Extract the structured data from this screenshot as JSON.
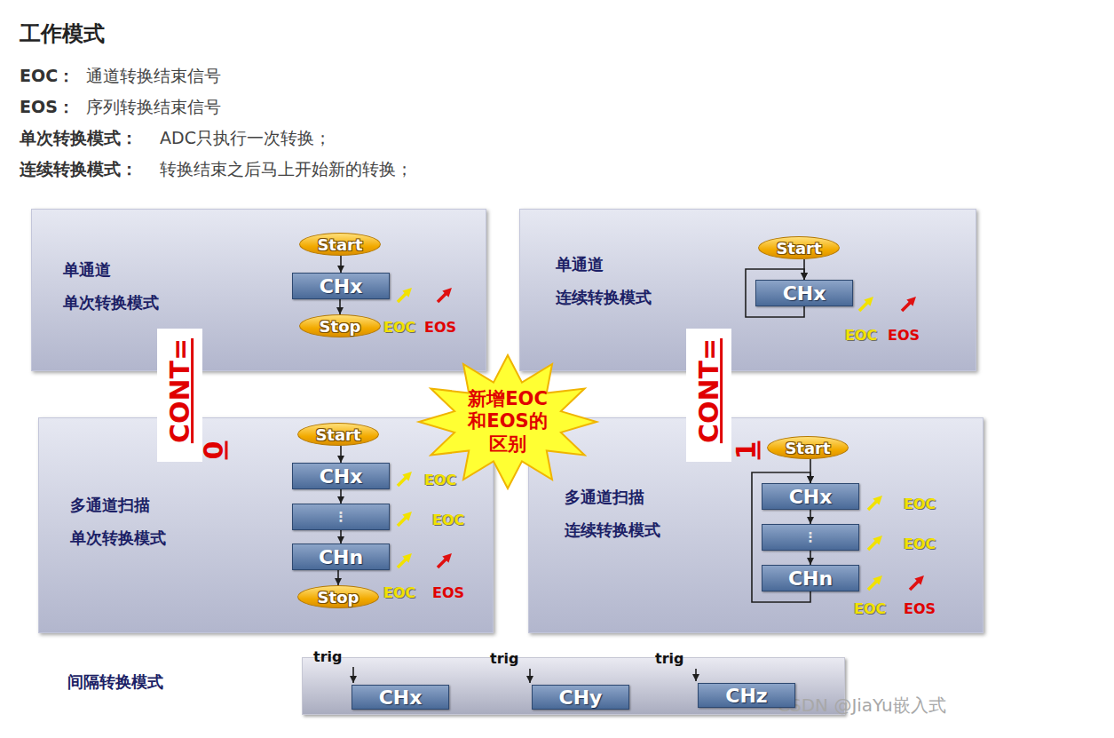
{
  "diagram": {
    "title": "工作模式",
    "nodes": [
      {
        "text": [
          "单通道",
          "单次转换模式"
        ]
      },
      {
        "text": [
          "Start"
        ],
        "in": 0
      },
      {
        "text": [
          "CHx"
        ],
        "in": 0
      },
      {
        "text": [
          "Stop"
        ],
        "in": 0
      },
      {
        "text": [
          "单通道",
          "连续转换模式"
        ]
      },
      {
        "text": [
          "Start"
        ],
        "in": 4
      },
      {
        "text": [
          "CHx"
        ],
        "in": 4
      },
      {
        "text": [
          "CONT=",
          "0"
        ]
      },
      {
        "text": [
          "CONT=",
          "1"
        ]
      },
      {
        "text": [
          "新增EOC 和EOS的 区别"
        ]
      },
      {
        "text": [
          "多通道扫描",
          "单次转换模式"
        ]
      },
      {
        "text": [
          "Start"
        ],
        "in": 10
      },
      {
        "text": [
          "CHx"
        ],
        "in": 10
      },
      {
        "text": [
          "⋮"
        ],
        "in": 10
      },
      {
        "text": [
          "CHn"
        ],
        "in": 10
      },
      {
        "text": [
          "Stop"
        ],
        "in": 10
      },
      {
        "text": [
          "多通道扫描",
          "连续转换模式"
        ]
      },
      {
        "text": [
          "Start"
        ],
        "in": 16
      },
      {
        "text": [
          "CHx"
        ],
        "in": 16
      },
      {
        "text": [
          "⋮"
        ],
        "in": 16
      },
      {
        "text": [
          "CHn"
        ],
        "in": 16
      },
      {
        "text": [
          "间隔转换模式"
        ]
      },
      {
        "text": [
          "CHx"
        ],
        "in": 21
      },
      {
        "text": [
          "CHy"
        ],
        "in": 21
      },
      {
        "text": [
          "CHz"
        ],
        "in": 21
      }
    ],
    "edges": [
      {
        "from": 1,
        "to": 2,
        "arrow": "to"
      },
      {
        "from": 2,
        "to": 3,
        "arrow": "to"
      },
      {
        "from": 5,
        "to": 6,
        "arrow": "to"
      },
      {
        "from": 6,
        "to": 6,
        "arrow": "to"
      },
      {
        "from": 11,
        "to": 12,
        "arrow": "to"
      },
      {
        "from": 12,
        "to": 13,
        "arrow": "to"
      },
      {
        "from": 13,
        "to": 14,
        "arrow": "to"
      },
      {
        "from": 14,
        "to": 15,
        "arrow": "to"
      },
      {
        "from": 17,
        "to": 18,
        "arrow": "to"
      },
      {
        "from": 18,
        "to": 19,
        "arrow": "to"
      },
      {
        "from": 19,
        "to": 20,
        "arrow": "to"
      },
      {
        "from": 20,
        "to": 18,
        "arrow": "to"
      }
    ],
    "labels": [
      "EOC：",
      "通道转换结束信号",
      "EOS：",
      "序列转换结束信号",
      "单次转换模式：",
      "ADC只执行一次转换；",
      "连续转换模式：",
      "转换结束之后马上开始新的转换；",
      "EOC",
      "EOS",
      "EOC",
      "EOS",
      "EOC",
      "EOC",
      "EOC",
      "EOS",
      "EOC",
      "EOC",
      "EOC",
      "EOS",
      "trig",
      "trig",
      "trig",
      "CSDN @JiaYu嵌入式"
    ]
  }
}
